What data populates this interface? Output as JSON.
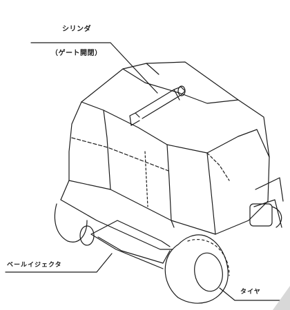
{
  "labels": {
    "cylinder": "シリンダ",
    "cylinder_note": "（ゲート開閉）",
    "bale_ejector": "ベールイジェクタ",
    "tire": "タイヤ"
  },
  "colors": {
    "line": "#1a1a1a",
    "background": "#ffffff"
  }
}
